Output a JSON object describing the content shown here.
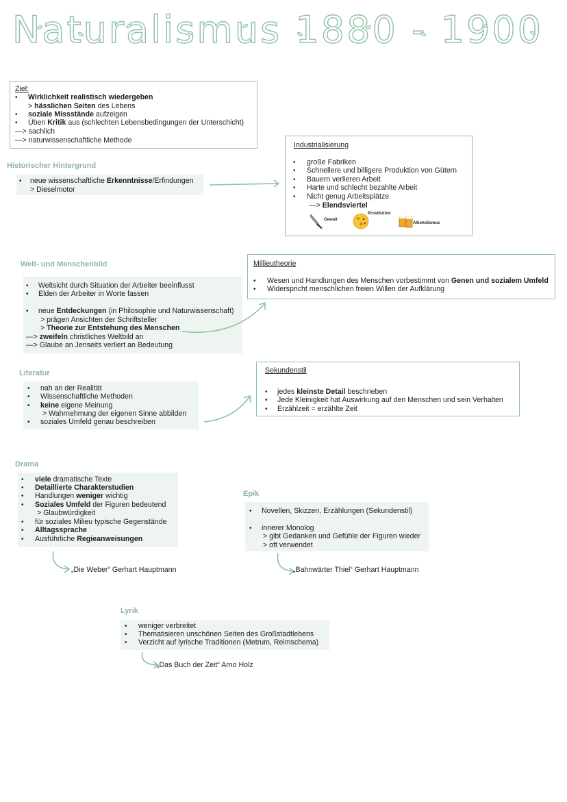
{
  "title": "Naturalismus 1880 - 1900",
  "colors": {
    "accent": "#8fbfa6",
    "heading": "#8ab59f",
    "shade": "#eef4ef"
  },
  "ziel": {
    "label": "Ziel:",
    "l1": "Wirklichkeit realistisch wiedergeben",
    "l2a": "> ",
    "l2b": "hässlichen Seiten",
    "l2c": " des Lebens",
    "l3a": "soziale Missstände",
    "l3b": " aufzeigen",
    "l4a": "Üben ",
    "l4b": "Kritik",
    "l4c": " aus (schlechten Lebensbedingungen der Unterschicht)",
    "l5": "—> sachlich",
    "l6": "—> naturwissenschaftliche Methode"
  },
  "historisch": {
    "heading": "Historischer Hintergrund",
    "l1a": "neue wissenschaftliche ",
    "l1b": "Erkenntnisse",
    "l1c": "/Erfindungen",
    "l2": "> Dieselmotor"
  },
  "industrialisierung": {
    "label": "Industrialisierung",
    "items": [
      "große Fabriken",
      "Schnellere und billigere Produktion von Gütern",
      "Bauern verlieren Arbeit",
      "Harte und schlecht bezahlte Arbeit",
      "Nicht genug Arbeitsplätze"
    ],
    "result_prefix": "—> ",
    "result": "Elendsviertel",
    "icons": [
      {
        "name": "knife-icon",
        "caption": "Gewalt"
      },
      {
        "name": "kiss-face-icon",
        "caption": "Prostitution"
      },
      {
        "name": "beer-icon",
        "caption": "Alkoholismus"
      }
    ]
  },
  "weltbild": {
    "heading": "Welt- und Menschenbild",
    "l1": "Weltsicht durch Situation der Arbeiter beeinflusst",
    "l2": "Elden der Arbeiter in Worte fassen",
    "l3a": "neue ",
    "l3b": "Entdeckungen",
    "l3c": " (in Philosophie und Naturwissenschaft)",
    "l4": "> prägen Ansichten der Schriftsteller",
    "l5a": "> ",
    "l5b": "Theorie zur Entstehung des Menschen",
    "l6a": "—> ",
    "l6b": "zweifeln",
    "l6c": " christliches Weltbild an",
    "l7": "—> Glaube an Jenseits verliert an Bedeutung"
  },
  "milieu": {
    "label": "Millieutheorie",
    "l1a": "Wesen und Handlungen des Menschen vorbestimmt von ",
    "l1b": "Genen und sozialem Umfeld",
    "l2": "Widerspricht menschlichen freien Willen der Aufklärung"
  },
  "literatur": {
    "heading": "Literatur",
    "l1": "nah an der Realität",
    "l2": "Wissenschaftliche Methoden",
    "l3a": "keine",
    "l3b": " eigene Meinung",
    "l4": "> Wahrnehmung der eigenen Sinne abbilden",
    "l5": "soziales Umfeld genau beschreiben"
  },
  "sekundenstil": {
    "label": "Sekundenstil",
    "l1a": "jedes ",
    "l1b": "kleinste Detail",
    "l1c": " beschrieben",
    "l2": "Jede Kleinigkeit hat Auswirkung auf den Menschen und sein Verhalten",
    "l3": "Erzählzeit = erzählte Zeit"
  },
  "drama": {
    "heading": "Drama",
    "l1a": "viele",
    "l1b": " dramatische Texte",
    "l2": "Detaillierte Charakterstudien",
    "l3a": "Handlungen ",
    "l3b": "weniger",
    "l3c": " wichtig",
    "l4a": "Soziales Umfeld",
    "l4b": " der Figuren bedeutend",
    "l5": "> Glaubwürdigkeit",
    "l6": "für soziales Milieu typische Gegenstände",
    "l7": "Alltagssprache",
    "l8a": "Ausführliche ",
    "l8b": "Regieanweisungen",
    "example": "„Die Weber“ Gerhart Hauptmann"
  },
  "epik": {
    "heading": "Epik",
    "l1": "Novellen, Skizzen, Erzählungen (Sekundenstil)",
    "l2": "innerer Monolog",
    "l3": "> gibt Gedanken und Gefühle der Figuren wieder",
    "l4": "> oft verwendet",
    "example": "„Bahnwärter Thiel“ Gerhart Hauptmann"
  },
  "lyrik": {
    "heading": "Lyrik",
    "l1": "weniger verbreitet",
    "l2": "Thematisieren unschönen Seiten des Großstadtlebens",
    "l3": "Verzicht auf lyrische Traditionen (Metrum, Reimschema)",
    "example": "„Das Buch der Zeit“ Arno Holz"
  }
}
